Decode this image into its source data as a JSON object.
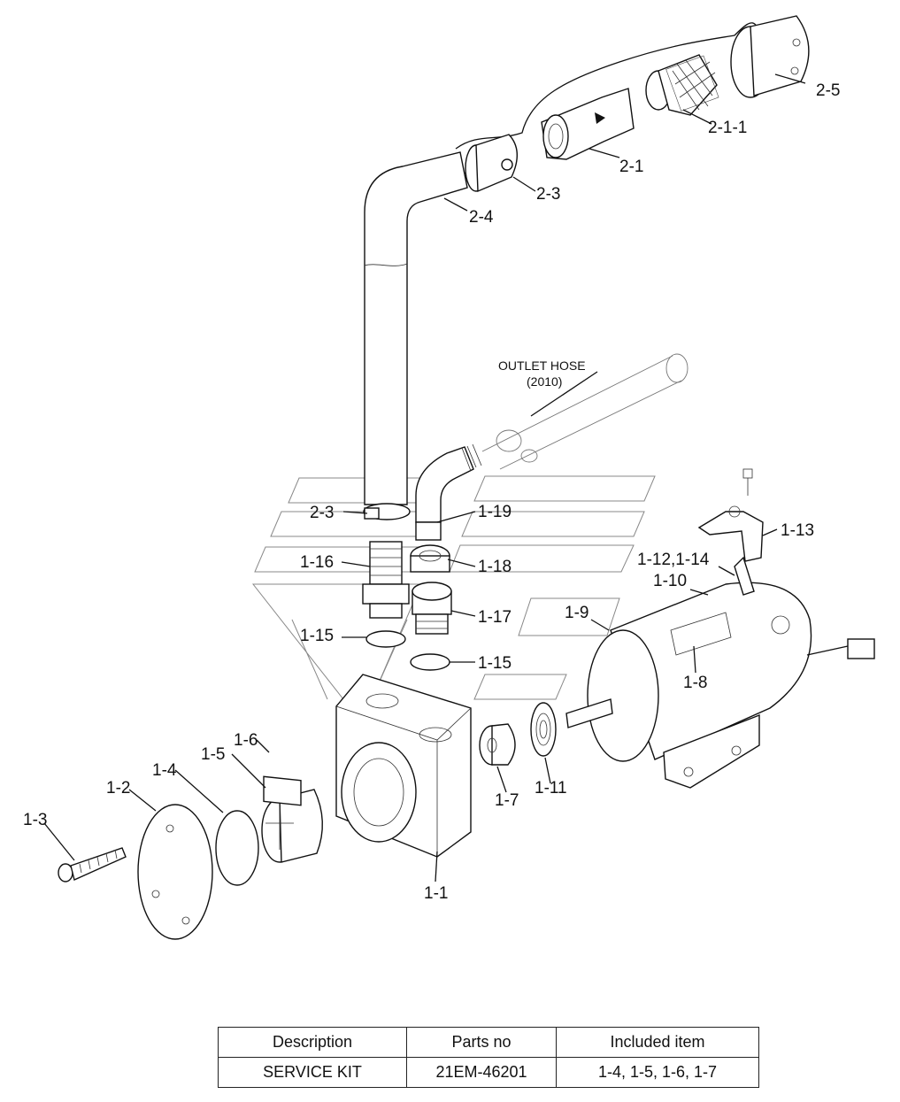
{
  "labels": {
    "p2_5": "2-5",
    "p2_1_1": "2-1-1",
    "p2_1": "2-1",
    "p2_3_top": "2-3",
    "p2_4": "2-4",
    "outlet_hose": "OUTLET HOSE",
    "outlet_hose_code": "(2010)",
    "p2_3_low": "2-3",
    "p1_19": "1-19",
    "p1_13": "1-13",
    "p1_16": "1-16",
    "p1_18": "1-18",
    "p1_12_14": "1-12,1-14",
    "p1_10": "1-10",
    "p1_17": "1-17",
    "p1_9": "1-9",
    "p1_15_left": "1-15",
    "p1_15_right": "1-15",
    "p1_8": "1-8",
    "p1_6": "1-6",
    "p1_5": "1-5",
    "p1_4": "1-4",
    "p1_2": "1-2",
    "p1_3": "1-3",
    "p1_7": "1-7",
    "p1_11": "1-11",
    "p1_1": "1-1"
  },
  "table": {
    "headers": [
      "Description",
      "Parts no",
      "Included item"
    ],
    "rows": [
      [
        "SERVICE KIT",
        "21EM-46201",
        "1-4, 1-5, 1-6, 1-7"
      ]
    ]
  }
}
